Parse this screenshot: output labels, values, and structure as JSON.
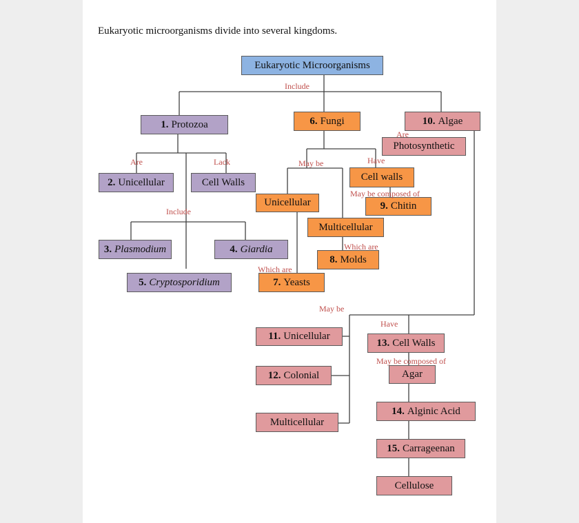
{
  "caption": "Eukaryotic microorganisms divide into several kingdoms.",
  "nodes": {
    "root": {
      "label": "Eukaryotic Microorganisms"
    },
    "protozoa": {
      "num": "1.",
      "label": "Protozoa"
    },
    "unicellular_protozoa": {
      "num": "2.",
      "label": "Unicellular"
    },
    "cell_walls_lack": {
      "label": "Cell Walls"
    },
    "plasmodium": {
      "num": "3.",
      "label": "Plasmodium"
    },
    "giardia": {
      "num": "4.",
      "label": "Giardia"
    },
    "cryptosporidium": {
      "num": "5.",
      "label": "Cryptosporidium"
    },
    "fungi": {
      "num": "6.",
      "label": "Fungi"
    },
    "unicellular_fungi": {
      "label": "Unicellular"
    },
    "multicellular_fungi": {
      "label": "Multicellular"
    },
    "yeasts": {
      "num": "7.",
      "label": "Yeasts"
    },
    "molds": {
      "num": "8.",
      "label": "Molds"
    },
    "cell_walls_fungi": {
      "label": "Cell walls"
    },
    "chitin": {
      "num": "9.",
      "label": "Chitin"
    },
    "algae": {
      "num": "10.",
      "label": "Algae"
    },
    "photosynthetic": {
      "label": "Photosynthetic"
    },
    "unicellular_algae": {
      "num": "11.",
      "label": "Unicellular"
    },
    "colonial": {
      "num": "12.",
      "label": "Colonial"
    },
    "multicellular_algae": {
      "label": "Multicellular"
    },
    "cell_walls_algae": {
      "num": "13.",
      "label": "Cell Walls"
    },
    "agar": {
      "label": "Agar"
    },
    "alginic_acid": {
      "num": "14.",
      "label": "Alginic Acid"
    },
    "carrageenan": {
      "num": "15.",
      "label": "Carrageenan"
    },
    "cellulose": {
      "label": "Cellulose"
    }
  },
  "edge_labels": {
    "include_root": "Include",
    "are_protozoa": "Are",
    "lack_protozoa": "Lack",
    "include_protozoa": "Include",
    "may_be_fungi": "May be",
    "have_fungi": "Have",
    "may_be_composed_of_fungi": "May be composed of",
    "which_are_molds": "Which are",
    "which_are_yeasts": "Which are",
    "are_algae": "Are",
    "may_be_algae": "May be",
    "have_algae": "Have",
    "may_be_composed_of_algae": "May be composed of"
  },
  "colors": {
    "root": "#8db3e2",
    "protozoa": "#b2a2c7",
    "fungi": "#f79646",
    "algae": "#e09a9d",
    "connector": "#404040",
    "edge_label": "#c0504d"
  }
}
